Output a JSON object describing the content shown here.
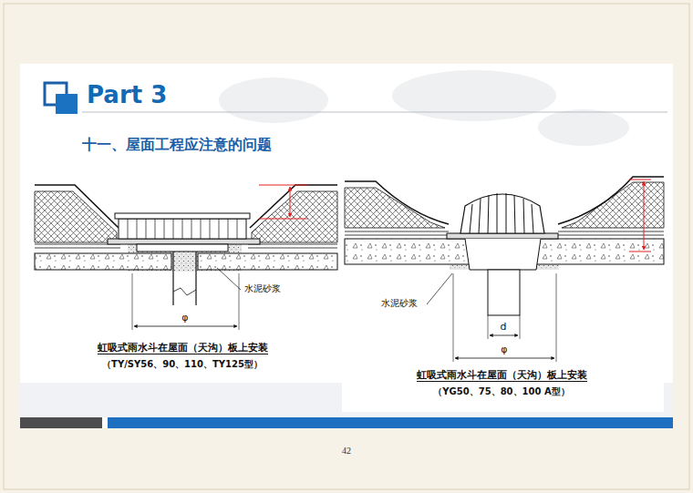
{
  "diagram": {
    "title": "Part 3",
    "labels": [
      "十一、屋面工程应注意的问题",
      "水泥砂浆",
      "φ",
      "虹吸式雨水斗在屋面（天沟）板上安装",
      "（TY/SY56、90、110、TY125型）",
      "水泥砂浆",
      "d",
      "φ",
      "虹吸式雨水斗在屋面（天沟）板上安装",
      "（YG50、75、80、100 A型）",
      "42"
    ]
  }
}
